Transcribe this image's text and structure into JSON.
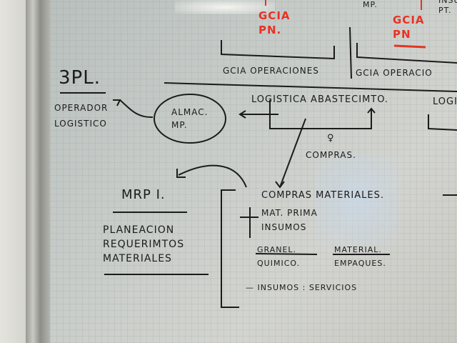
{
  "top": {
    "gcia_pn_left": [
      "GCIA",
      "PN."
    ],
    "mp": "MP.",
    "gcia_pn_right": [
      "GCIA",
      "PN"
    ],
    "insumos_pt": [
      "INSU",
      "PT."
    ]
  },
  "headers": {
    "gcia_operaciones_1": "GCIA OPERACIONES",
    "gcia_operaciones_2": "GCIA OPERACIO"
  },
  "left": {
    "title": "3PL.",
    "operador": [
      "OPERADOR",
      "LOGISTICO"
    ],
    "almac": [
      "ALMAC.",
      "MP."
    ]
  },
  "logistica": {
    "label": "LOGISTICA ABASTECIMTO.",
    "right_partial": "LOGI",
    "compras": "COMPRAS."
  },
  "mrp": {
    "title": "MRP I.",
    "description": [
      "PLANEACION",
      "REQUERIMTOS",
      "MATERIALES"
    ]
  },
  "compras_materiales": {
    "title": "COMPRAS MATERIALES.",
    "items": [
      "MAT. PRIMA",
      "INSUMOS"
    ],
    "granel": [
      "GRANEL.",
      "QUIMICO."
    ],
    "material": [
      "MATERIAL.",
      "EMPAQUES."
    ],
    "servicios": "— INSUMOS : SERVICIOS"
  },
  "colors": {
    "marker_black": "#1b1b1b",
    "marker_red": "#e63324"
  }
}
